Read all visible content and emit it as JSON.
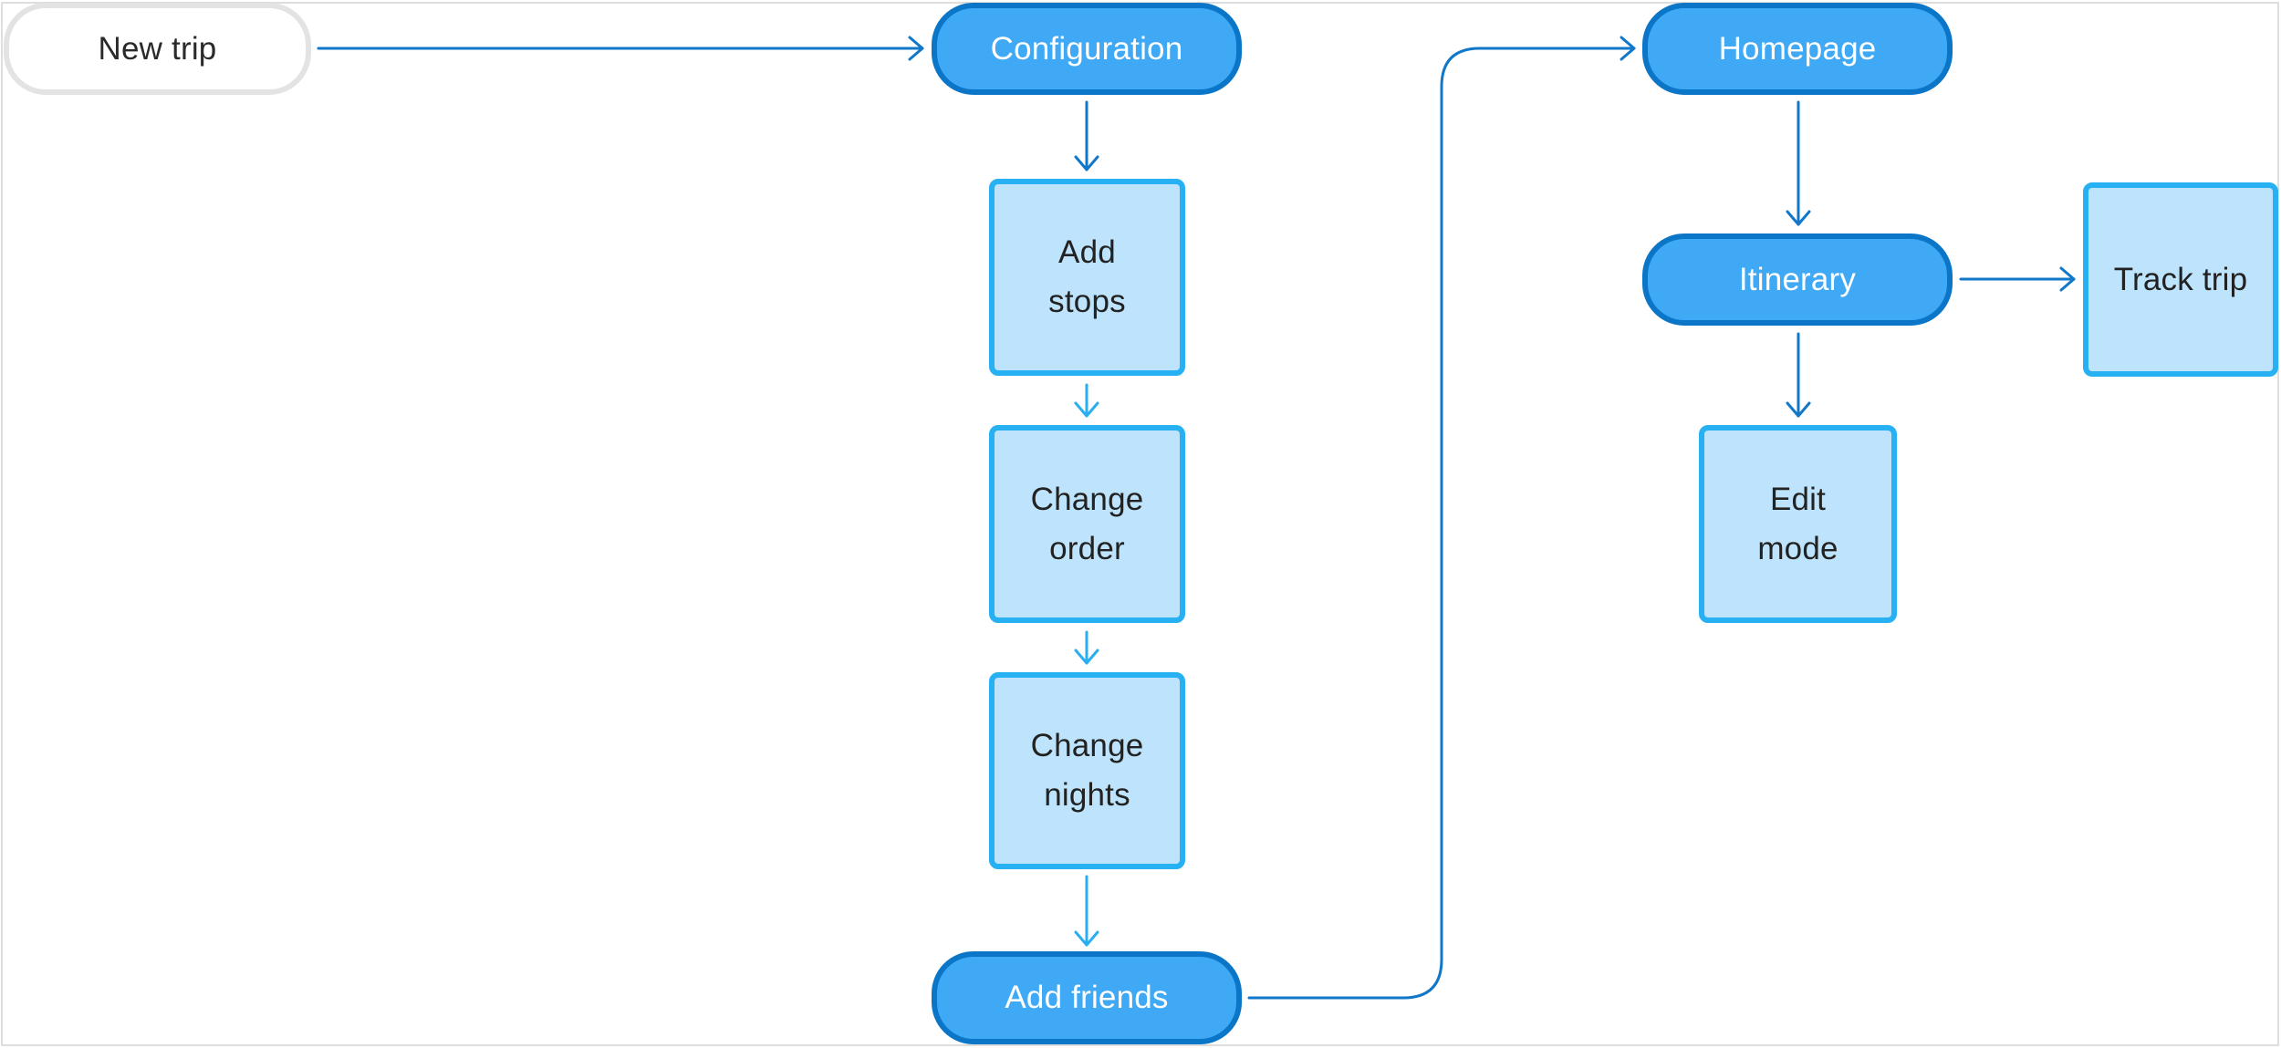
{
  "colors": {
    "background": "#ffffff",
    "frame_border": "#dedede",
    "start_fill": "#ffffff",
    "start_border": "#e3e3e3",
    "start_text": "#2a2a2a",
    "primary_fill": "#3fa9f5",
    "primary_border": "#0b76c8",
    "primary_text": "#ffffff",
    "secondary_fill": "#bde4fc",
    "secondary_border": "#28b1f2",
    "secondary_text": "#222222",
    "connector_dark": "#1177c9",
    "connector_light": "#29aef0"
  },
  "nodes": [
    {
      "id": "new-trip",
      "label": "New trip",
      "kind": "start"
    },
    {
      "id": "configuration",
      "label": "Configuration",
      "kind": "primary"
    },
    {
      "id": "add-stops",
      "label": "Add stops",
      "kind": "secondary"
    },
    {
      "id": "change-order",
      "label": "Change order",
      "kind": "secondary"
    },
    {
      "id": "change-nights",
      "label": "Change nights",
      "kind": "secondary"
    },
    {
      "id": "add-friends",
      "label": "Add friends",
      "kind": "primary"
    },
    {
      "id": "homepage",
      "label": "Homepage",
      "kind": "primary"
    },
    {
      "id": "itinerary",
      "label": "Itinerary",
      "kind": "primary"
    },
    {
      "id": "edit-mode",
      "label": "Edit mode",
      "kind": "secondary"
    },
    {
      "id": "track-trip",
      "label": "Track trip",
      "kind": "secondary"
    }
  ],
  "edges": [
    {
      "from": "new-trip",
      "to": "configuration",
      "style": "dark"
    },
    {
      "from": "configuration",
      "to": "add-stops",
      "style": "dark"
    },
    {
      "from": "add-stops",
      "to": "change-order",
      "style": "light"
    },
    {
      "from": "change-order",
      "to": "change-nights",
      "style": "light"
    },
    {
      "from": "change-nights",
      "to": "add-friends",
      "style": "light"
    },
    {
      "from": "add-friends",
      "to": "homepage",
      "style": "dark"
    },
    {
      "from": "homepage",
      "to": "itinerary",
      "style": "dark"
    },
    {
      "from": "itinerary",
      "to": "track-trip",
      "style": "dark"
    },
    {
      "from": "itinerary",
      "to": "edit-mode",
      "style": "dark"
    }
  ]
}
